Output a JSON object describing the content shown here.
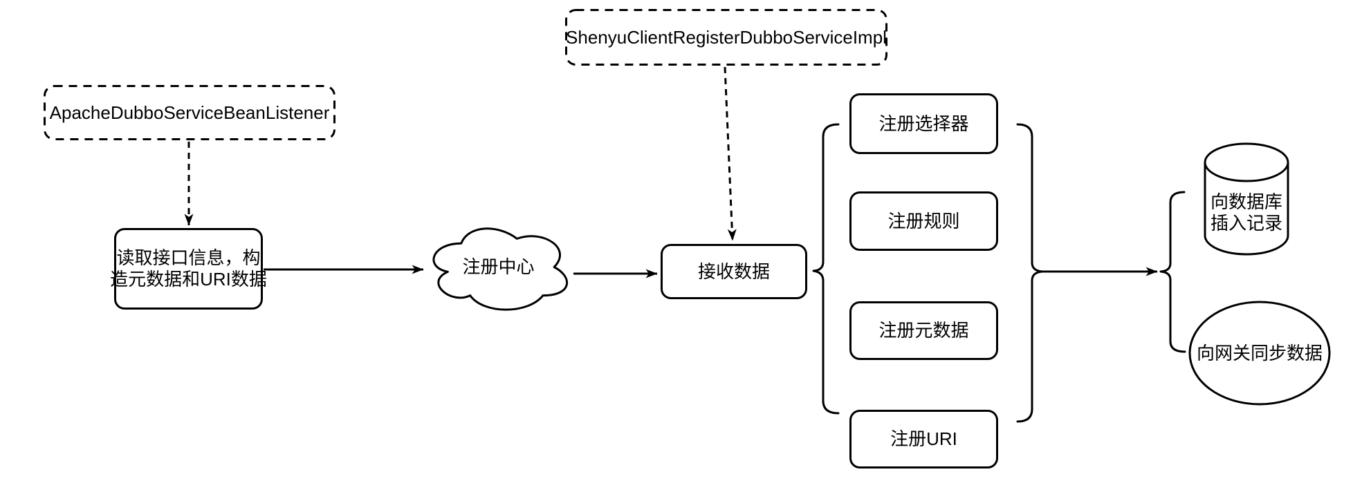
{
  "diagram": {
    "nodes": {
      "listener": {
        "label": "ApacheDubboServiceBeanListener"
      },
      "register_impl": {
        "label": "ShenyuClientRegisterDubboServiceImpl"
      },
      "read_interface": {
        "line1": "读取接口信息，构",
        "line2": "造元数据和URI数据"
      },
      "registry_center": {
        "label": "注册中心"
      },
      "receive_data": {
        "label": "接收数据"
      },
      "register_steps": [
        {
          "label": "注册选择器"
        },
        {
          "label": "注册规则"
        },
        {
          "label": "注册元数据"
        },
        {
          "label": "注册URI"
        }
      ],
      "insert_database": {
        "line1": "向数据库",
        "line2": "插入记录"
      },
      "sync_gateway": {
        "label": "向网关同步数据"
      }
    },
    "colors": {
      "stroke": "#000000",
      "fill": "#ffffff",
      "text": "#000000"
    }
  }
}
